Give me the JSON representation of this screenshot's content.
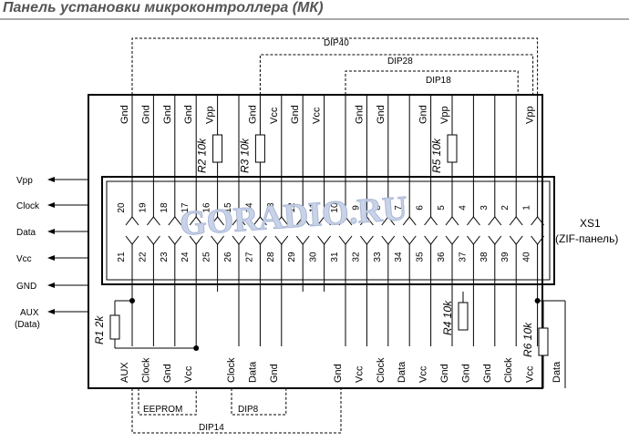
{
  "title": "Панель установки микроконтроллера (МК)",
  "watermark": "GORADIO.RU",
  "socket": {
    "name": "XS1",
    "type": "(ZIF-панель)",
    "top_pins": [
      "20",
      "19",
      "18",
      "17",
      "16",
      "15",
      "14",
      "13",
      "12",
      "11",
      "10",
      "9",
      "8",
      "7",
      "6",
      "5",
      "4",
      "3",
      "2",
      "1"
    ],
    "bottom_pins": [
      "21",
      "22",
      "23",
      "24",
      "25",
      "26",
      "27",
      "28",
      "29",
      "30",
      "31",
      "32",
      "33",
      "34",
      "35",
      "36",
      "37",
      "38",
      "39",
      "40"
    ]
  },
  "top_labels": [
    "Gnd",
    "Gnd",
    "Gnd",
    "Gnd",
    "Vpp",
    "",
    "Gnd",
    "Vcc",
    "Gnd",
    "Vcc",
    "",
    "Gnd",
    "Gnd",
    "",
    "Gnd",
    "Vpp",
    "",
    "",
    "",
    "Vpp"
  ],
  "bottom_labels": [
    "AUX",
    "Clock",
    "Gnd",
    "Vcc",
    "",
    "Clock",
    "Data",
    "Gnd",
    "",
    "",
    "Gnd",
    "Vcc",
    "Clock",
    "Data",
    "Vcc",
    "Gnd",
    "Gnd",
    "Gnd",
    "Clock",
    "Vcc"
  ],
  "extra_bottom_label": "Data",
  "left_signals": [
    "Vpp",
    "Clock",
    "Data",
    "Vcc",
    "GND"
  ],
  "aux_label": "AUX",
  "aux_sub": "(Data)",
  "resistors": [
    {
      "ref": "R2",
      "value": "10k"
    },
    {
      "ref": "R3",
      "value": "10k"
    },
    {
      "ref": "R5",
      "value": "10k"
    },
    {
      "ref": "R1",
      "value": "2k"
    },
    {
      "ref": "R4",
      "value": "10k"
    },
    {
      "ref": "R6",
      "value": "10k"
    }
  ],
  "packages": {
    "dip40": "DIP40",
    "dip28": "DIP28",
    "dip18": "DIP18",
    "eeprom": "EEPROM",
    "dip8": "DIP8",
    "dip14": "DIP14"
  },
  "colors": {
    "line": "#000000",
    "watermark": "#c9d3e8",
    "title": "#555555"
  }
}
